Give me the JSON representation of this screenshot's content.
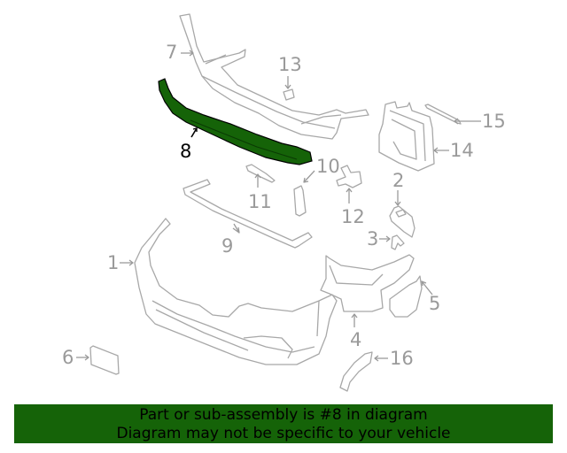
{
  "diagram": {
    "highlighted_part": "8",
    "highlight_color": "#156308",
    "line_color": "#9a9a9a",
    "callouts": [
      {
        "id": "1",
        "label": "1"
      },
      {
        "id": "2",
        "label": "2"
      },
      {
        "id": "3",
        "label": "3"
      },
      {
        "id": "4",
        "label": "4"
      },
      {
        "id": "5",
        "label": "5"
      },
      {
        "id": "6",
        "label": "6"
      },
      {
        "id": "7",
        "label": "7"
      },
      {
        "id": "8",
        "label": "8"
      },
      {
        "id": "9",
        "label": "9"
      },
      {
        "id": "10",
        "label": "10"
      },
      {
        "id": "11",
        "label": "11"
      },
      {
        "id": "12",
        "label": "12"
      },
      {
        "id": "13",
        "label": "13"
      },
      {
        "id": "14",
        "label": "14"
      },
      {
        "id": "15",
        "label": "15"
      },
      {
        "id": "16",
        "label": "16"
      }
    ]
  },
  "banner": {
    "line1": "Part or sub-assembly is #8 in diagram",
    "line2": "Diagram may not be specific to your vehicle",
    "background": "#156308"
  }
}
